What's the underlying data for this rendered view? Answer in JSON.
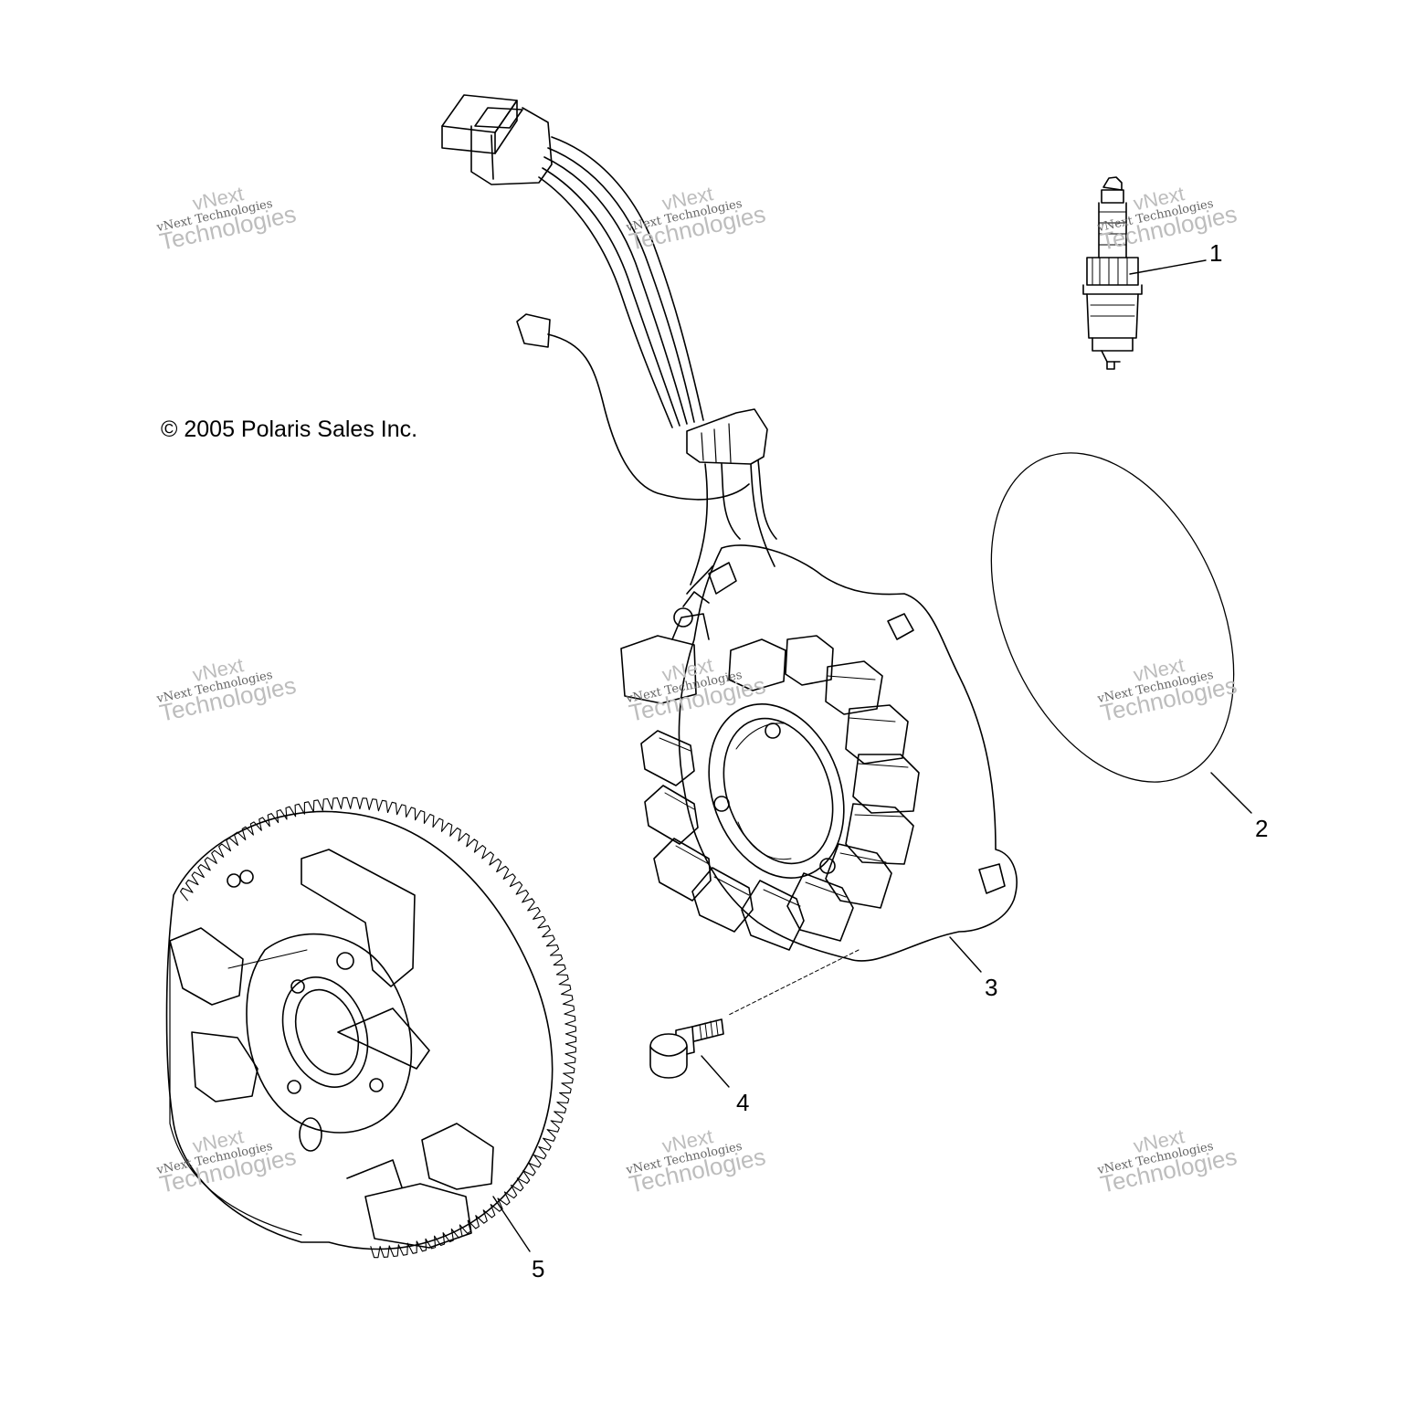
{
  "copyright": "© 2005 Polaris Sales Inc.",
  "callouts": [
    {
      "number": "1",
      "part": "spark plug"
    },
    {
      "number": "2",
      "part": "gasket"
    },
    {
      "number": "3",
      "part": "stator"
    },
    {
      "number": "4",
      "part": "screw"
    },
    {
      "number": "5",
      "part": "flywheel"
    }
  ],
  "watermark": {
    "line1": "vNext",
    "line2": "vNext Technologies",
    "line3": "Technologies"
  },
  "colors": {
    "line": "#000000",
    "background": "#ffffff",
    "watermark": "#bdbdbd"
  }
}
